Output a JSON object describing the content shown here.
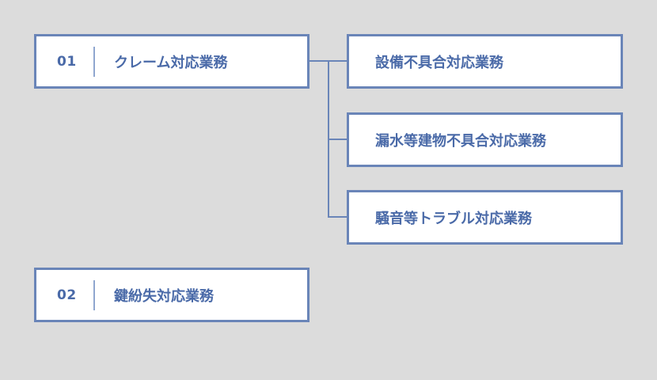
{
  "categories": [
    {
      "number": "01",
      "label": "クレーム対応業務",
      "children": [
        {
          "label": "設備不具合対応業務"
        },
        {
          "label": "漏水等建物不具合対応業務"
        },
        {
          "label": "騒音等トラブル対応業務"
        }
      ]
    },
    {
      "number": "02",
      "label": "鍵紛失対応業務",
      "children": []
    }
  ],
  "colors": {
    "background": "#dcdcdc",
    "border": "#6a85b8",
    "text": "#4a6aa8",
    "box_fill": "#ffffff"
  }
}
